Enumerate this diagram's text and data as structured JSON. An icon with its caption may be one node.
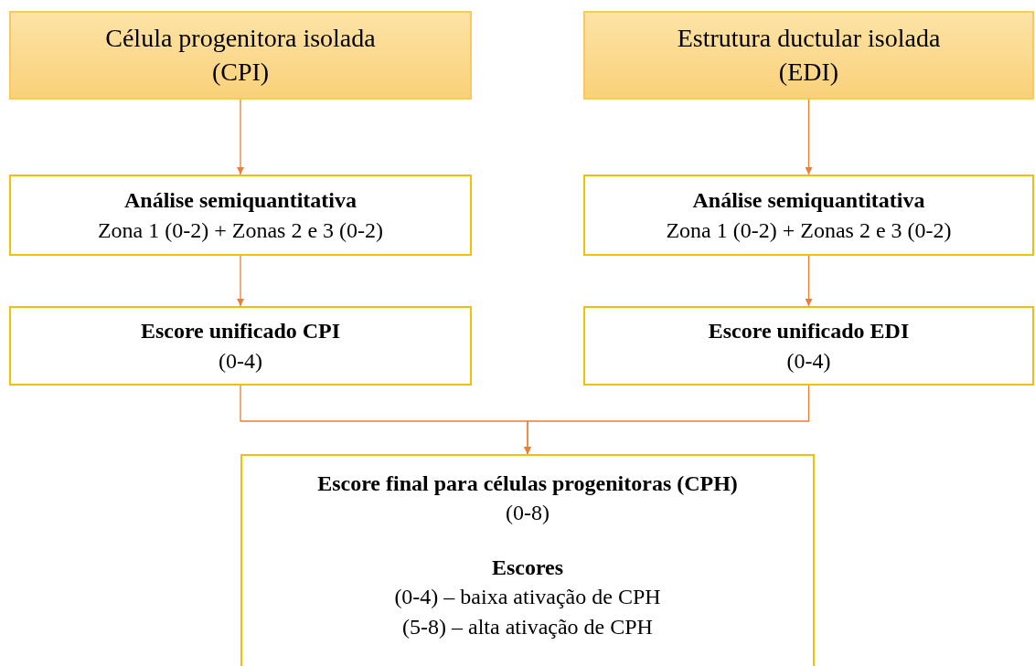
{
  "diagram": {
    "nodes": [
      {
        "text": [
          "Célula progenitora isolada (CPI)"
        ]
      },
      {
        "text": [
          "Estrutura ductular isolada (EDI)"
        ]
      },
      {
        "text": [
          "Análise semiquantitativa",
          "Zona 1 (0-2) + Zonas 2 e 3 (0-2)"
        ]
      },
      {
        "text": [
          "Análise semiquantitativa",
          "Zona 1 (0-2) + Zonas 2 e 3 (0-2)"
        ]
      },
      {
        "text": [
          "Escore unificado CPI",
          "(0-4)"
        ]
      },
      {
        "text": [
          "Escore unificado EDI",
          "(0-4)"
        ]
      },
      {
        "text": [
          "Escore final para células progenitoras (CPH)",
          "(0-8)",
          "Escores",
          "(0-4) – baixa ativação de CPH",
          "(5-8) – alta ativação de CPH"
        ]
      }
    ],
    "edges": [
      {
        "from": 0,
        "to": 2,
        "arrow": "to"
      },
      {
        "from": 1,
        "to": 3,
        "arrow": "to"
      },
      {
        "from": 2,
        "to": 4,
        "arrow": "to"
      },
      {
        "from": 3,
        "to": 5,
        "arrow": "to"
      },
      {
        "from": 4,
        "to": 6,
        "arrow": "to"
      },
      {
        "from": 5,
        "to": 6,
        "arrow": "to"
      }
    ]
  }
}
